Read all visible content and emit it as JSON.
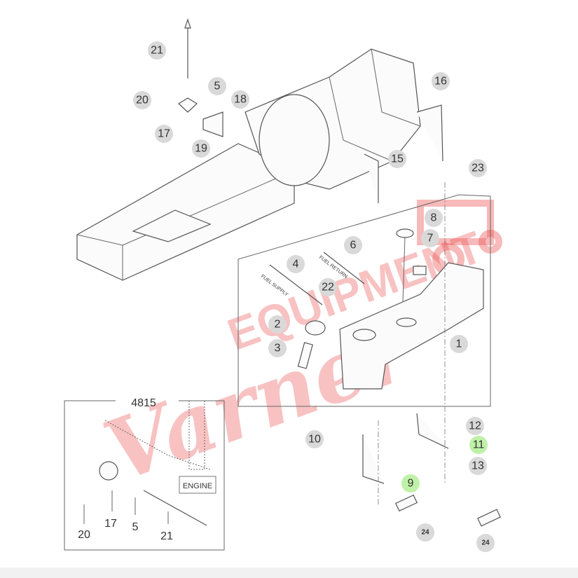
{
  "diagram": {
    "watermark": "Varner EQUIPMENT",
    "inset_title": "4815",
    "engine_label": "ENGINE",
    "fuel_supply_label": "FUEL SUPPLY",
    "fuel_return_label": "FUEL RETURN",
    "callouts": [
      {
        "id": "21",
        "highlight": false
      },
      {
        "id": "5",
        "highlight": false
      },
      {
        "id": "20",
        "highlight": false
      },
      {
        "id": "18",
        "highlight": false
      },
      {
        "id": "17",
        "highlight": false
      },
      {
        "id": "19",
        "highlight": false
      },
      {
        "id": "16",
        "highlight": false
      },
      {
        "id": "15",
        "highlight": false
      },
      {
        "id": "23",
        "highlight": false
      },
      {
        "id": "8",
        "highlight": false
      },
      {
        "id": "7",
        "highlight": false
      },
      {
        "id": "6",
        "highlight": false
      },
      {
        "id": "4",
        "highlight": false
      },
      {
        "id": "22",
        "highlight": false
      },
      {
        "id": "2",
        "highlight": false
      },
      {
        "id": "3",
        "highlight": false
      },
      {
        "id": "1",
        "highlight": false
      },
      {
        "id": "12",
        "highlight": false
      },
      {
        "id": "11",
        "highlight": true
      },
      {
        "id": "13",
        "highlight": false
      },
      {
        "id": "10",
        "highlight": false
      },
      {
        "id": "9",
        "highlight": true
      },
      {
        "id": "24",
        "highlight": false
      },
      {
        "id": "24",
        "highlight": false
      }
    ],
    "inset_labels": [
      "20",
      "17",
      "5",
      "21"
    ]
  }
}
